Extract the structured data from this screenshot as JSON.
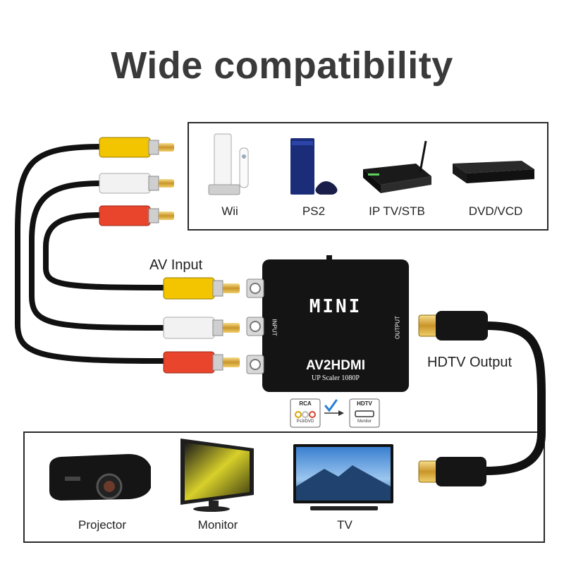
{
  "title": "Wide compatibility",
  "input_label": "AV Input",
  "output_label": "HDTV Output",
  "source_devices": [
    {
      "label": "Wii",
      "icon": "wii-console-icon"
    },
    {
      "label": "PS2",
      "icon": "ps2-console-icon"
    },
    {
      "label": "IP TV/STB",
      "icon": "set-top-box-icon"
    },
    {
      "label": "DVD/VCD",
      "icon": "dvd-player-icon"
    }
  ],
  "display_devices": [
    {
      "label": "Projector",
      "icon": "projector-icon"
    },
    {
      "label": "Monitor",
      "icon": "monitor-icon"
    },
    {
      "label": "TV",
      "icon": "tv-icon"
    }
  ],
  "adapter": {
    "brand": "MINI",
    "model": "AV2HDMI",
    "subtitle": "UP Scaler 1080P",
    "input_side": "INPUT",
    "output_side": "OUTPUT"
  },
  "signal_badge": {
    "from_title": "RCA",
    "from_sub": "Ps3/DVD",
    "to_title": "HDTV",
    "to_sub": "Monitor"
  },
  "colors": {
    "rca_yellow": "#f2c500",
    "rca_white": "#f2f2f2",
    "rca_red": "#e8452c",
    "adapter_body": "#141414",
    "check": "#2a7fd6"
  }
}
